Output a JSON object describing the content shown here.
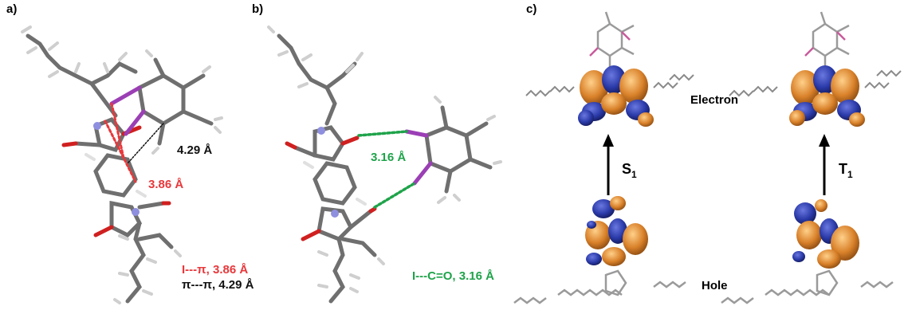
{
  "panels": {
    "a": {
      "letter": "a)",
      "distance_black": "4.29 Å",
      "distance_red": "3.86 Å",
      "caption_line1": "I---π, 3.86 Å",
      "caption_line2": "π---π, 4.29 Å"
    },
    "b": {
      "letter": "b)",
      "distance_green": "3.16 Å",
      "caption": "I---C=O, 3.16 Å"
    },
    "c": {
      "letter": "c)",
      "electron_label": "Electron",
      "hole_label": "Hole",
      "s1_main": "S",
      "s1_sub": "1",
      "t1_main": "T",
      "t1_sub": "1"
    }
  },
  "colors": {
    "red": "#e8383b",
    "green": "#1fa34a",
    "black": "#111111",
    "orbital_orange": "#d9812a",
    "orbital_blue": "#2a3aa8",
    "bond_gray": "#6f6f6f",
    "nitrogen": "#8f8fe0",
    "oxygen": "#d02020",
    "iodine": "#9b3fb5"
  }
}
